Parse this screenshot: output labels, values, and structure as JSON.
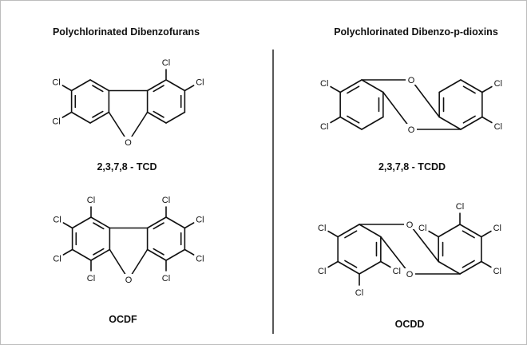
{
  "headings": {
    "left": "Polychlorinated Dibenzofurans",
    "right": "Polychlorinated Dibenzo-p-dioxins"
  },
  "captions": {
    "tcdf": "2,3,7,8 - TCD",
    "tcdd": "2,3,7,8 - TCDD",
    "ocdf": "OCDF",
    "ocdd": "OCDD"
  },
  "atoms": {
    "chlorine": "Cl",
    "oxygen": "O"
  },
  "colors": {
    "ink": "#111111",
    "frame": "#bdbdbd",
    "background": "#ffffff"
  }
}
